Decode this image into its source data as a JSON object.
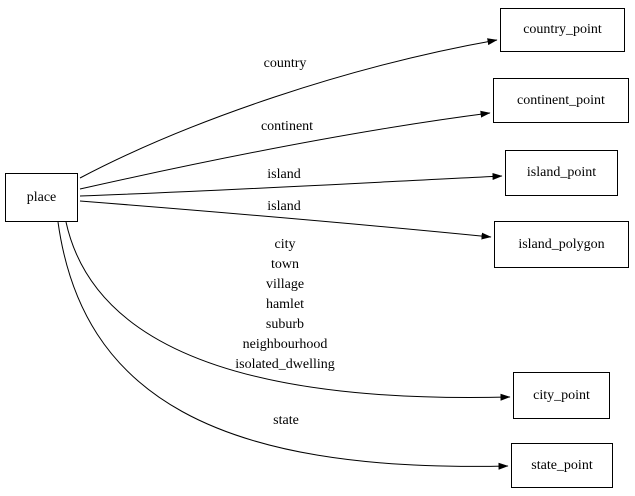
{
  "colors": {
    "background": "#ffffff",
    "node_border": "#000000",
    "edge": "#000000",
    "text": "#000000"
  },
  "nodes": {
    "place": "place",
    "country_point": "country_point",
    "continent_point": "continent_point",
    "island_point": "island_point",
    "island_polygon": "island_polygon",
    "city_point": "city_point",
    "state_point": "state_point"
  },
  "edges": [
    {
      "from": "place",
      "to": "country_point",
      "label": "country"
    },
    {
      "from": "place",
      "to": "continent_point",
      "label": "continent"
    },
    {
      "from": "place",
      "to": "island_point",
      "label": "island"
    },
    {
      "from": "place",
      "to": "island_polygon",
      "label": "island"
    },
    {
      "from": "place",
      "to": "city_point",
      "label_lines": [
        "city",
        "town",
        "village",
        "hamlet",
        "suburb",
        "neighbourhood",
        "isolated_dwelling"
      ]
    },
    {
      "from": "place",
      "to": "state_point",
      "label": "state"
    }
  ]
}
